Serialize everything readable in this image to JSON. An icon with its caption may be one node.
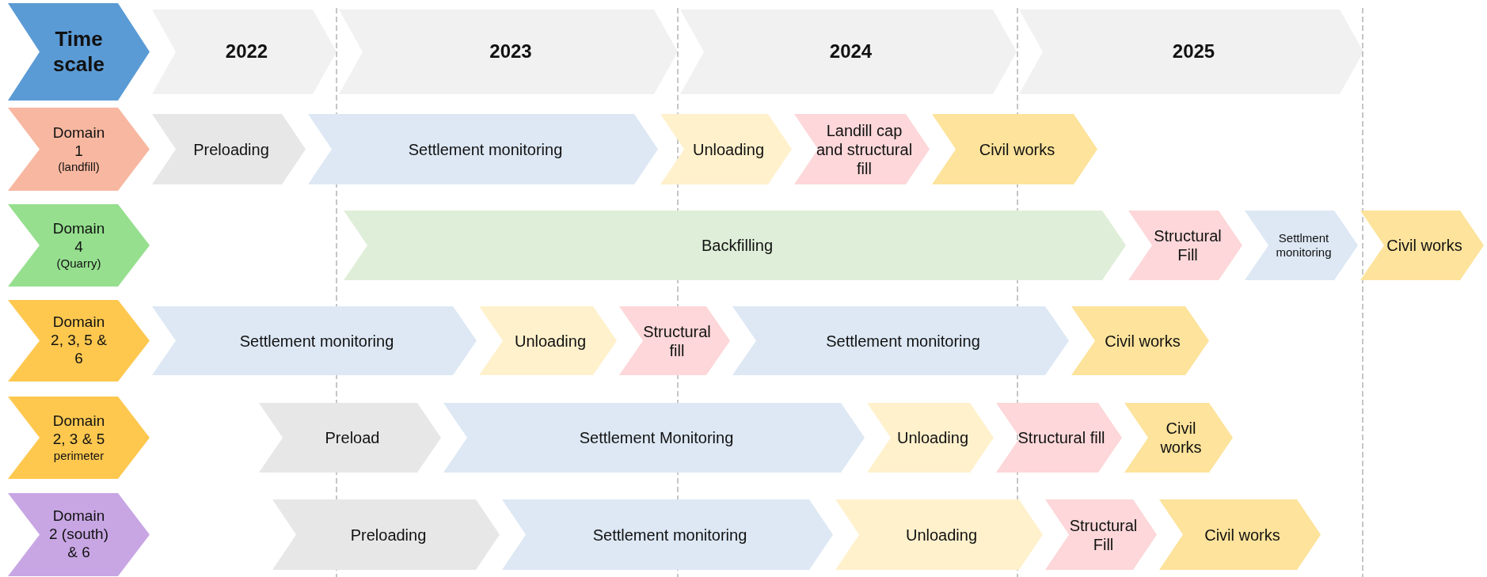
{
  "diagram": {
    "nodes": [
      {
        "text": [
          "Time scale"
        ]
      },
      {
        "text": [
          "2022"
        ]
      },
      {
        "text": [
          "2023"
        ]
      },
      {
        "text": [
          "2024"
        ]
      },
      {
        "text": [
          "2025"
        ]
      },
      {
        "text": [
          "Domain 1",
          "(landfill)"
        ]
      },
      {
        "text": [
          "Preloading"
        ]
      },
      {
        "text": [
          "Settlement monitoring"
        ]
      },
      {
        "text": [
          "Unloading"
        ]
      },
      {
        "text": [
          "Landill cap and structural fill"
        ]
      },
      {
        "text": [
          "Civil works"
        ]
      },
      {
        "text": [
          "Domain 4",
          "(Quarry)"
        ]
      },
      {
        "text": [
          "Backfilling"
        ]
      },
      {
        "text": [
          "Structural Fill"
        ]
      },
      {
        "text": [
          "Settlment monitoring"
        ]
      },
      {
        "text": [
          "Civil works"
        ]
      },
      {
        "text": [
          "Domain 2, 3, 5 & 6"
        ]
      },
      {
        "text": [
          "Settlement monitoring"
        ]
      },
      {
        "text": [
          "Unloading"
        ]
      },
      {
        "text": [
          "Structural fill"
        ]
      },
      {
        "text": [
          "Settlement monitoring"
        ]
      },
      {
        "text": [
          "Civil works"
        ]
      },
      {
        "text": [
          "Domain 2, 3 & 5",
          "perimeter"
        ]
      },
      {
        "text": [
          "Preload"
        ]
      },
      {
        "text": [
          "Settlement Monitoring"
        ]
      },
      {
        "text": [
          "Unloading"
        ]
      },
      {
        "text": [
          "Structural fill"
        ]
      },
      {
        "text": [
          "Civil works"
        ]
      },
      {
        "text": [
          "Domain 2 (south) & 6"
        ]
      },
      {
        "text": [
          "Preloading"
        ]
      },
      {
        "text": [
          "Settlement monitoring"
        ]
      },
      {
        "text": [
          "Unloading"
        ]
      },
      {
        "text": [
          "Structural Fill"
        ]
      },
      {
        "text": [
          "Civil works"
        ]
      }
    ]
  }
}
